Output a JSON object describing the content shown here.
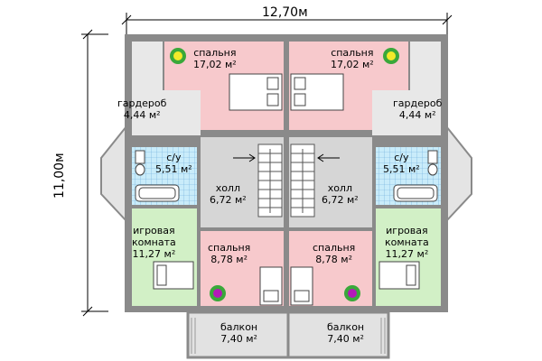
{
  "dimensions": {
    "width": "12,70м",
    "height": "11,00м"
  },
  "rooms": {
    "bedroom_top_left": {
      "name": "спальня",
      "area": "17,02 м²"
    },
    "bedroom_top_right": {
      "name": "спальня",
      "area": "17,02 м²"
    },
    "wardrobe_left": {
      "name": "гардероб",
      "area": "4,44 м²"
    },
    "wardrobe_right": {
      "name": "гардероб",
      "area": "4,44 м²"
    },
    "bath_left": {
      "name": "с/у",
      "area": "5,51 м²"
    },
    "bath_right": {
      "name": "с/у",
      "area": "5,51 м²"
    },
    "hall_left": {
      "name": "холл",
      "area": "6,72 м²"
    },
    "hall_right": {
      "name": "холл",
      "area": "6,72 м²"
    },
    "playroom_left": {
      "name1": "игровая",
      "name2": "комната",
      "area": "11,27 м²"
    },
    "playroom_right": {
      "name1": "игровая",
      "name2": "комната",
      "area": "11,27 м²"
    },
    "bedroom_bot_left": {
      "name": "спальня",
      "area": "8,78 м²"
    },
    "bedroom_bot_right": {
      "name": "спальня",
      "area": "8,78 м²"
    },
    "balcony_left": {
      "name": "балкон",
      "area": "7,40 м²"
    },
    "balcony_right": {
      "name": "балкон",
      "area": "7,40 м²"
    }
  },
  "colors": {
    "wall": "#8a8a8a",
    "bedroom": "#f7c9cc",
    "playroom": "#d2f0c6",
    "bath": "#c9ecfa",
    "hall": "#d6d6d6",
    "wardrobe": "#e8e8e8",
    "balcony": "#e2e2e2"
  }
}
